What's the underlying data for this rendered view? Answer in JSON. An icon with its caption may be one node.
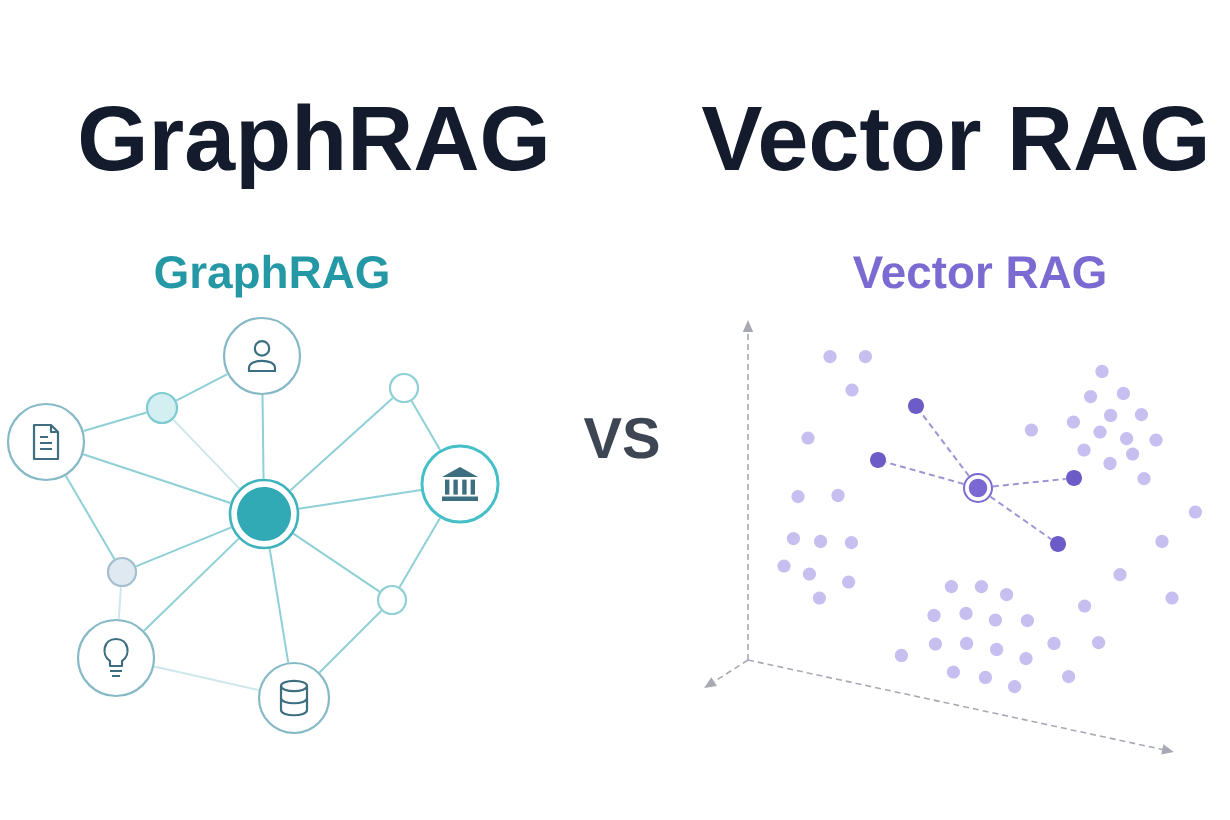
{
  "diagram": {
    "nodes": [
      {
        "text": [],
        "shape": "circle"
      },
      {
        "text": [],
        "shape": "circle"
      },
      {
        "text": [],
        "shape": "circle"
      },
      {
        "text": [],
        "shape": "circle"
      },
      {
        "text": [],
        "shape": "circle"
      },
      {
        "text": [],
        "shape": "circle"
      },
      {
        "text": [],
        "shape": "circle"
      },
      {
        "text": [],
        "shape": "circle"
      },
      {
        "text": [],
        "shape": "circle"
      },
      {
        "text": [],
        "shape": "circle"
      },
      {
        "text": [],
        "shape": "circle"
      },
      {
        "text": [],
        "shape": "circle"
      },
      {
        "text": [],
        "shape": "circle"
      },
      {
        "text": [],
        "shape": "circle"
      },
      {
        "text": [],
        "shape": "circle"
      }
    ],
    "edges": [
      {
        "from": 3,
        "to": 2,
        "arrow": "none"
      },
      {
        "from": 2,
        "to": 0,
        "arrow": "none"
      },
      {
        "from": 2,
        "to": 5,
        "arrow": "none",
        "color": "#cde7eb"
      },
      {
        "from": 0,
        "to": 5,
        "arrow": "none"
      },
      {
        "from": 3,
        "to": 5,
        "arrow": "none"
      },
      {
        "from": 1,
        "to": 5,
        "arrow": "none"
      },
      {
        "from": 1,
        "to": 4,
        "arrow": "none"
      },
      {
        "from": 4,
        "to": 5,
        "arrow": "none"
      },
      {
        "from": 3,
        "to": 6,
        "arrow": "none"
      },
      {
        "from": 6,
        "to": 5,
        "arrow": "none"
      },
      {
        "from": 6,
        "to": 8,
        "arrow": "none",
        "color": "#cde7eb"
      },
      {
        "from": 8,
        "to": 5,
        "arrow": "none"
      },
      {
        "from": 8,
        "to": 9,
        "arrow": "none",
        "color": "#cde7eb"
      },
      {
        "from": 5,
        "to": 9,
        "arrow": "none"
      },
      {
        "from": 5,
        "to": 7,
        "arrow": "none"
      },
      {
        "from": 7,
        "to": 9,
        "arrow": "none"
      },
      {
        "from": 7,
        "to": 4,
        "arrow": "none"
      },
      {
        "from": 13,
        "to": 10,
        "arrow": "none",
        "style": "dashed",
        "color": "#9d95d3"
      },
      {
        "from": 13,
        "to": 11,
        "arrow": "none",
        "style": "dashed",
        "color": "#9d95d3"
      },
      {
        "from": 13,
        "to": 12,
        "arrow": "none",
        "style": "dashed",
        "color": "#9d95d3"
      },
      {
        "from": 13,
        "to": 14,
        "arrow": "none",
        "style": "dashed",
        "color": "#9d95d3"
      }
    ],
    "labels": [
      "GraphRAG",
      "Vector RAG",
      "GraphRAG",
      "Vector RAG",
      "VS"
    ]
  }
}
